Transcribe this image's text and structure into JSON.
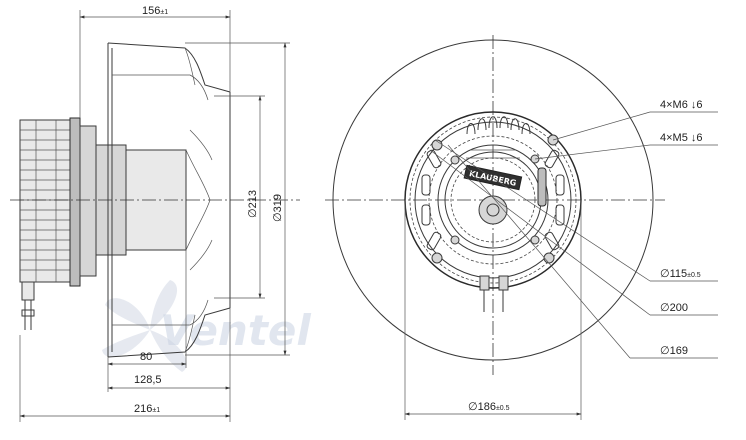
{
  "dimensions": {
    "top_width": "156",
    "top_width_tol": "±1",
    "left_dim_80": "80",
    "left_dim_128": "128,5",
    "total_width": "216",
    "total_width_tol": "±1",
    "dia_213": "∅213",
    "dia_319": "∅319",
    "m6_note": "4×M6 ↓6",
    "m5_note": "4×M5 ↓6",
    "dia_115": "∅115",
    "dia_115_tol": "±0.5",
    "dia_200": "∅200",
    "dia_169": "∅169",
    "dia_186": "∅186",
    "dia_186_tol": "±0.5"
  },
  "brand_label": "KLAUBERG",
  "watermark": "Ventel",
  "colors": {
    "line": "#3a3a3a",
    "shade": "#e9e9e9",
    "watermark": "#c9d3e2"
  }
}
